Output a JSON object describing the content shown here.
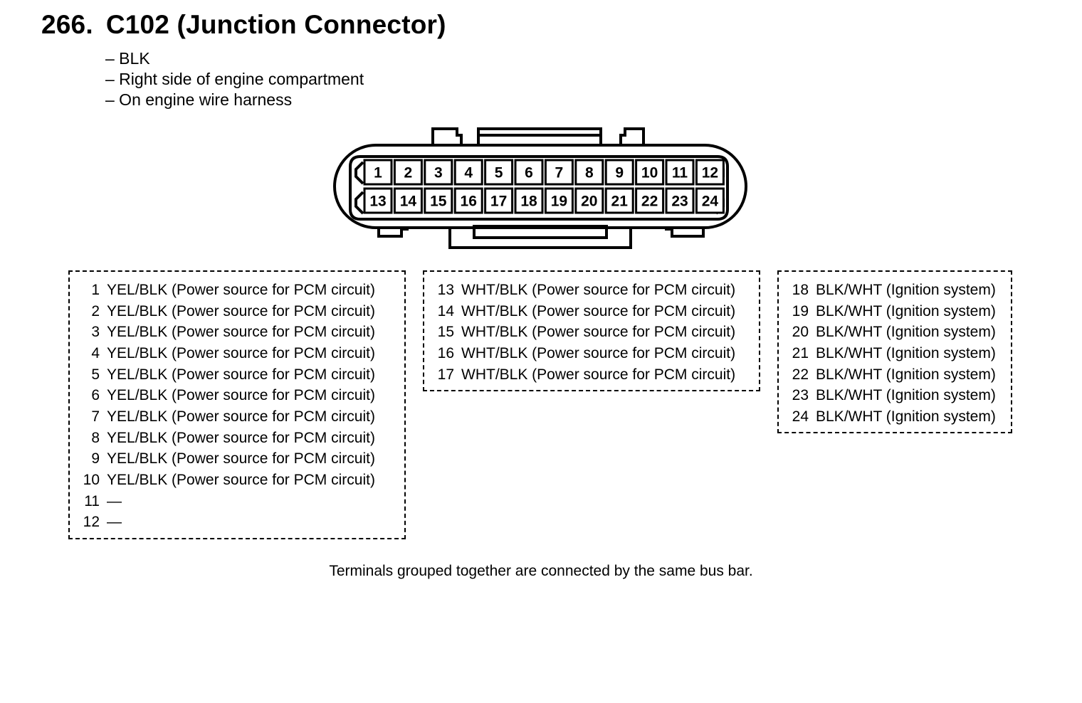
{
  "title": {
    "number": "266.",
    "text": "C102 (Junction Connector)"
  },
  "notes": [
    "– BLK",
    "– Right side of engine compartment",
    "– On engine wire harness"
  ],
  "connector": {
    "top_row": [
      "1",
      "2",
      "3",
      "4",
      "5",
      "6",
      "7",
      "8",
      "9",
      "10",
      "11",
      "12"
    ],
    "bottom_row": [
      "13",
      "14",
      "15",
      "16",
      "17",
      "18",
      "19",
      "20",
      "21",
      "22",
      "23",
      "24"
    ]
  },
  "groups": [
    {
      "rows": [
        {
          "pin": "1",
          "desc": "YEL/BLK (Power source for PCM circuit)"
        },
        {
          "pin": "2",
          "desc": "YEL/BLK (Power source for PCM circuit)"
        },
        {
          "pin": "3",
          "desc": "YEL/BLK (Power source for PCM circuit)"
        },
        {
          "pin": "4",
          "desc": "YEL/BLK (Power source for PCM circuit)"
        },
        {
          "pin": "5",
          "desc": "YEL/BLK (Power source for PCM circuit)"
        },
        {
          "pin": "6",
          "desc": "YEL/BLK (Power source for PCM circuit)"
        },
        {
          "pin": "7",
          "desc": "YEL/BLK (Power source for PCM circuit)"
        },
        {
          "pin": "8",
          "desc": "YEL/BLK (Power source for PCM circuit)"
        },
        {
          "pin": "9",
          "desc": "YEL/BLK (Power source for PCM circuit)"
        },
        {
          "pin": "10",
          "desc": "YEL/BLK (Power source for PCM circuit)"
        },
        {
          "pin": "11",
          "desc": "—"
        },
        {
          "pin": "12",
          "desc": "—"
        }
      ]
    },
    {
      "rows": [
        {
          "pin": "13",
          "desc": "WHT/BLK (Power source for PCM circuit)"
        },
        {
          "pin": "14",
          "desc": "WHT/BLK (Power source for PCM circuit)"
        },
        {
          "pin": "15",
          "desc": "WHT/BLK (Power source for PCM circuit)"
        },
        {
          "pin": "16",
          "desc": "WHT/BLK (Power source for PCM circuit)"
        },
        {
          "pin": "17",
          "desc": "WHT/BLK (Power source for PCM circuit)"
        }
      ]
    },
    {
      "rows": [
        {
          "pin": "18",
          "desc": "BLK/WHT (Ignition system)"
        },
        {
          "pin": "19",
          "desc": "BLK/WHT (Ignition system)"
        },
        {
          "pin": "20",
          "desc": "BLK/WHT (Ignition system)"
        },
        {
          "pin": "21",
          "desc": "BLK/WHT (Ignition system)"
        },
        {
          "pin": "22",
          "desc": "BLK/WHT (Ignition system)"
        },
        {
          "pin": "23",
          "desc": "BLK/WHT (Ignition system)"
        },
        {
          "pin": "24",
          "desc": "BLK/WHT (Ignition system)"
        }
      ]
    }
  ],
  "footnote": "Terminals grouped together are connected by the same bus bar."
}
